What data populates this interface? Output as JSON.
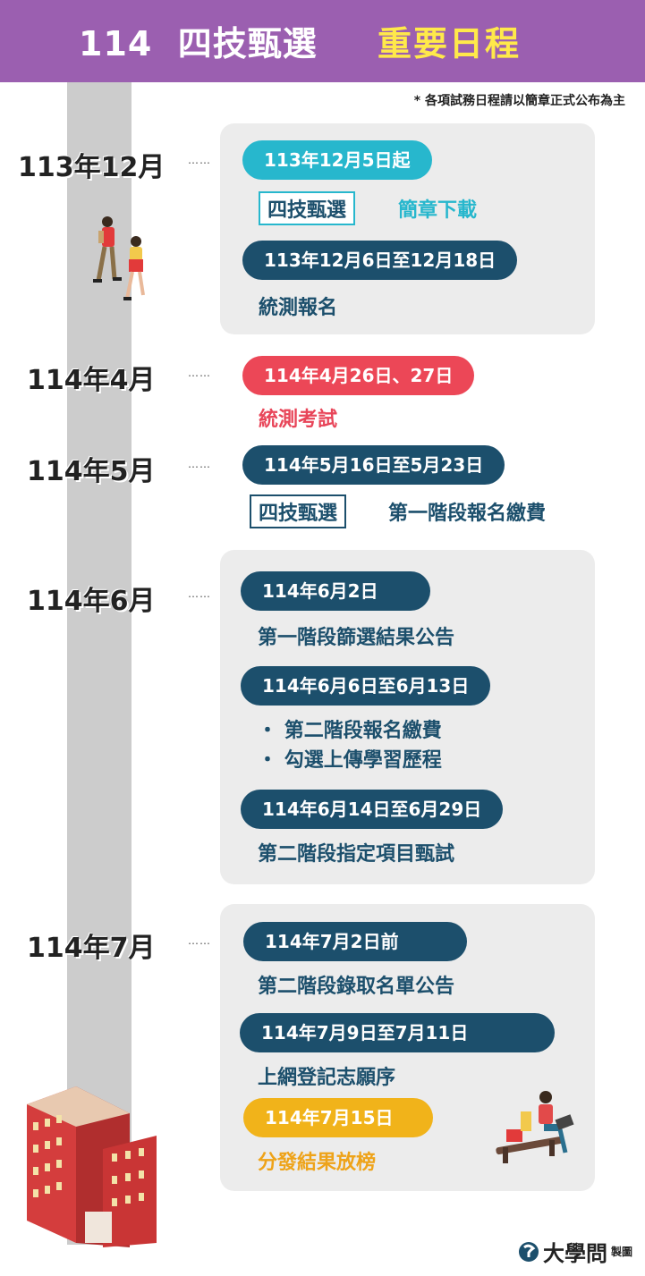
{
  "header": {
    "title_main": "114  四技甄選",
    "title_highlight": "重要日程"
  },
  "note": "* 各項試務日程請以簡章正式公布為主",
  "sections": {
    "s1": {
      "month": "113年12月",
      "e1_date": "113年12月5日起",
      "e1_tag": "四技甄選",
      "e1_text": "簡章下載",
      "e2_date": "113年12月6日至12月18日",
      "e2_text": "統測報名"
    },
    "s2": {
      "month": "114年4月",
      "e1_date": "114年4月26日、27日",
      "e1_text": "統測考試"
    },
    "s3": {
      "month": "114年5月",
      "e1_date": "114年5月16日至5月23日",
      "e1_tag": "四技甄選",
      "e1_text": "第一階段報名繳費"
    },
    "s4": {
      "month": "114年6月",
      "e1_date": "114年6月2日",
      "e1_text": "第一階段篩選結果公告",
      "e2_date": "114年6月6日至6月13日",
      "e2_items": [
        "第二階段報名繳費",
        "勾選上傳學習歷程"
      ],
      "e3_date": "114年6月14日至6月29日",
      "e3_text": "第二階段指定項目甄試"
    },
    "s5": {
      "month": "114年7月",
      "e1_date": "114年7月2日前",
      "e1_text": "第二階段錄取名單公告",
      "e2_date": "114年7月9日至7月11日",
      "e2_text": "上網登記志願序",
      "e3_date": "114年7月15日",
      "e3_text": "分發結果放榜"
    }
  },
  "dots": "……",
  "bullet": "・",
  "footer": {
    "brand": "大學問",
    "made": "製圖"
  },
  "colors": {
    "header_bg": "#9b5fb0",
    "highlight": "#ffe94a",
    "navy": "#1c4f6c",
    "teal": "#27b7cd",
    "red": "#ec4757",
    "gold": "#f1b31a"
  }
}
